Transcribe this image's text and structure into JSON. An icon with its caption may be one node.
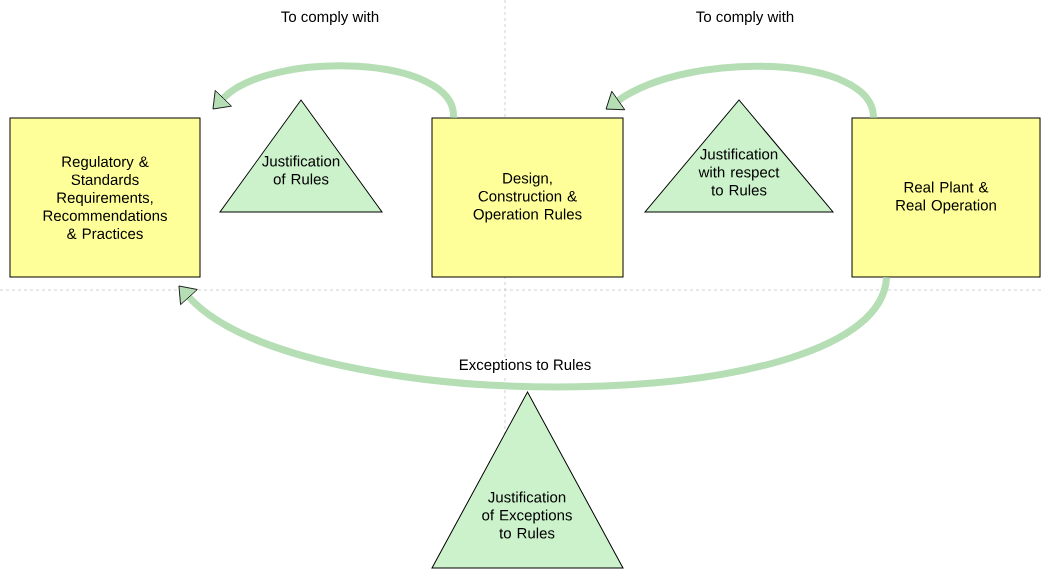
{
  "diagram": {
    "nodes": [
      {
        "text": [
          "Regulatory & Standards Requirements, Recommendations & Practices"
        ]
      },
      {
        "text": [
          "Justification of Rules"
        ]
      },
      {
        "text": [
          "Design, Construction & Operation Rules"
        ]
      },
      {
        "text": [
          "Justification with respect to Rules"
        ]
      },
      {
        "text": [
          "Real Plant & Real Operation"
        ]
      },
      {
        "text": [
          "Justification of Exceptions to Rules"
        ]
      }
    ],
    "edges": [
      {
        "from": 2,
        "to": 0,
        "arrow": "to",
        "label": "To comply with"
      },
      {
        "from": 4,
        "to": 2,
        "arrow": "to",
        "label": "To comply with"
      },
      {
        "from": 4,
        "to": 0,
        "arrow": "to",
        "label": "Exceptions to Rules"
      }
    ]
  }
}
